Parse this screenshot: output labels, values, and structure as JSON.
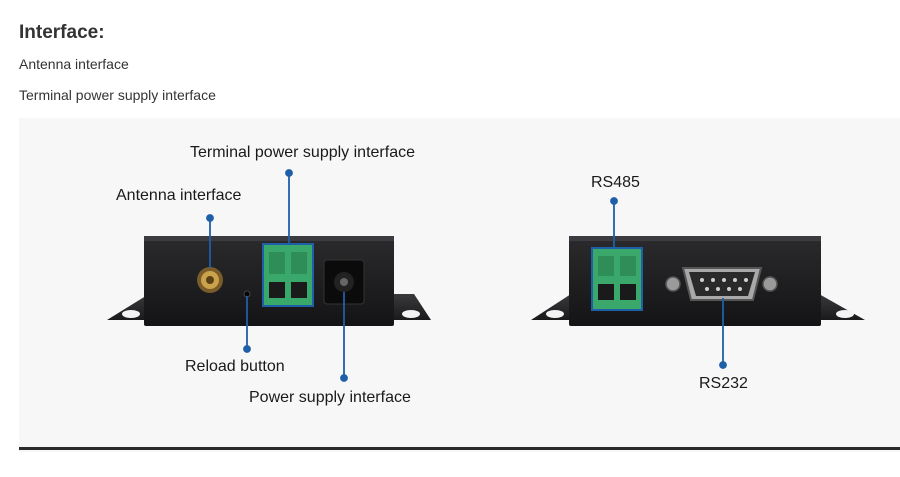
{
  "section": {
    "heading": "Interface:",
    "lines": [
      "Antenna interface",
      "Terminal power supply interface"
    ]
  },
  "figure": {
    "labels": {
      "terminal_power": "Terminal power supply interface",
      "antenna": "Antenna interface",
      "reload": "Reload button",
      "power_supply": "Power supply interface",
      "rs485": "RS485",
      "rs232": "RS232"
    },
    "colors": {
      "device_body": "#1e1e20",
      "terminal_block": "#3aa86a",
      "leader_line": "#1f5fa8"
    }
  }
}
